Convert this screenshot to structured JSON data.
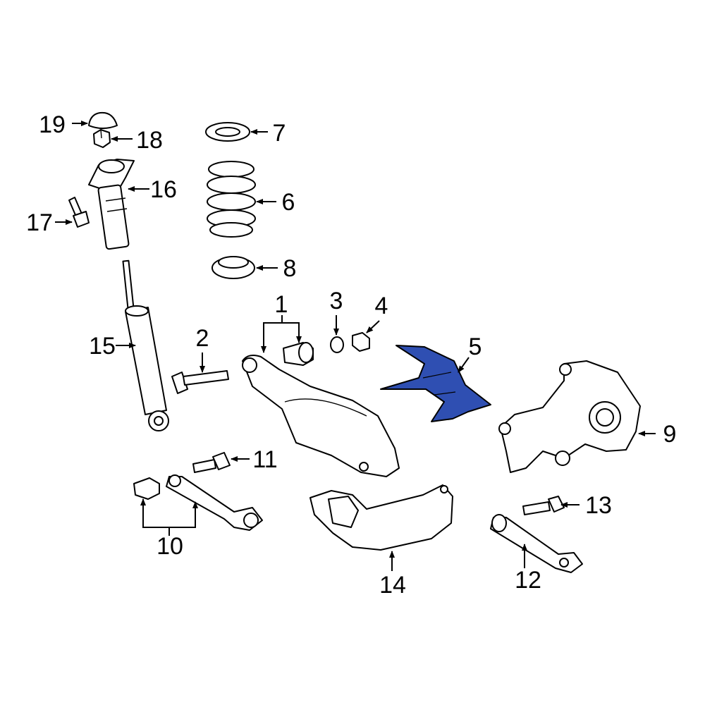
{
  "colors": {
    "highlight": "#2f4fb2",
    "line": "#000000",
    "background": "#ffffff"
  },
  "highlighted_part": "5",
  "callouts": {
    "c1": "1",
    "c2": "2",
    "c3": "3",
    "c4": "4",
    "c5": "5",
    "c6": "6",
    "c7": "7",
    "c8": "8",
    "c9": "9",
    "c10": "10",
    "c11": "11",
    "c12": "12",
    "c13": "13",
    "c14": "14",
    "c15": "15",
    "c16": "16",
    "c17": "17",
    "c18": "18",
    "c19": "19"
  }
}
